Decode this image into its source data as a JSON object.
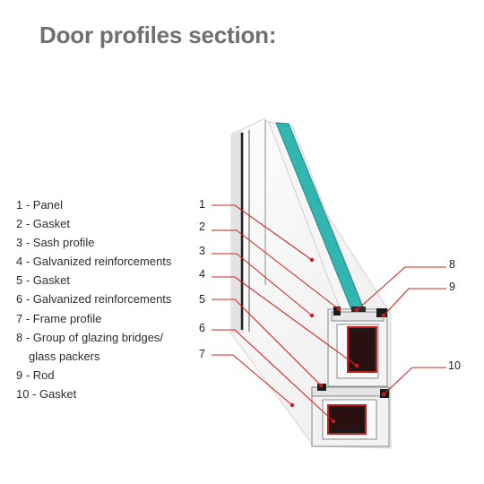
{
  "title": "Door profiles section:",
  "legend": [
    {
      "text": "1 - Panel"
    },
    {
      "text": "2 - Gasket"
    },
    {
      "text": "3 - Sash profile"
    },
    {
      "text": "4 - Galvanized reinforcements"
    },
    {
      "text": "5 - Gasket"
    },
    {
      "text": "6 - Galvanized reinforcements"
    },
    {
      "text": "7 - Frame profile"
    },
    {
      "text": "8 - Group of glazing bridges/"
    },
    {
      "text": "glass packers"
    },
    {
      "text": "9 - Rod"
    },
    {
      "text": "10 - Gasket"
    }
  ],
  "callouts": {
    "c1": "1",
    "c2": "2",
    "c3": "3",
    "c4": "4",
    "c5": "5",
    "c6": "6",
    "c7": "7",
    "c8": "8",
    "c9": "9",
    "c10": "10"
  },
  "colors": {
    "glass": "#33b5b0",
    "leader": "#d32424",
    "reinforcement": "#c71f1f",
    "profile": "#f2f2f2"
  }
}
